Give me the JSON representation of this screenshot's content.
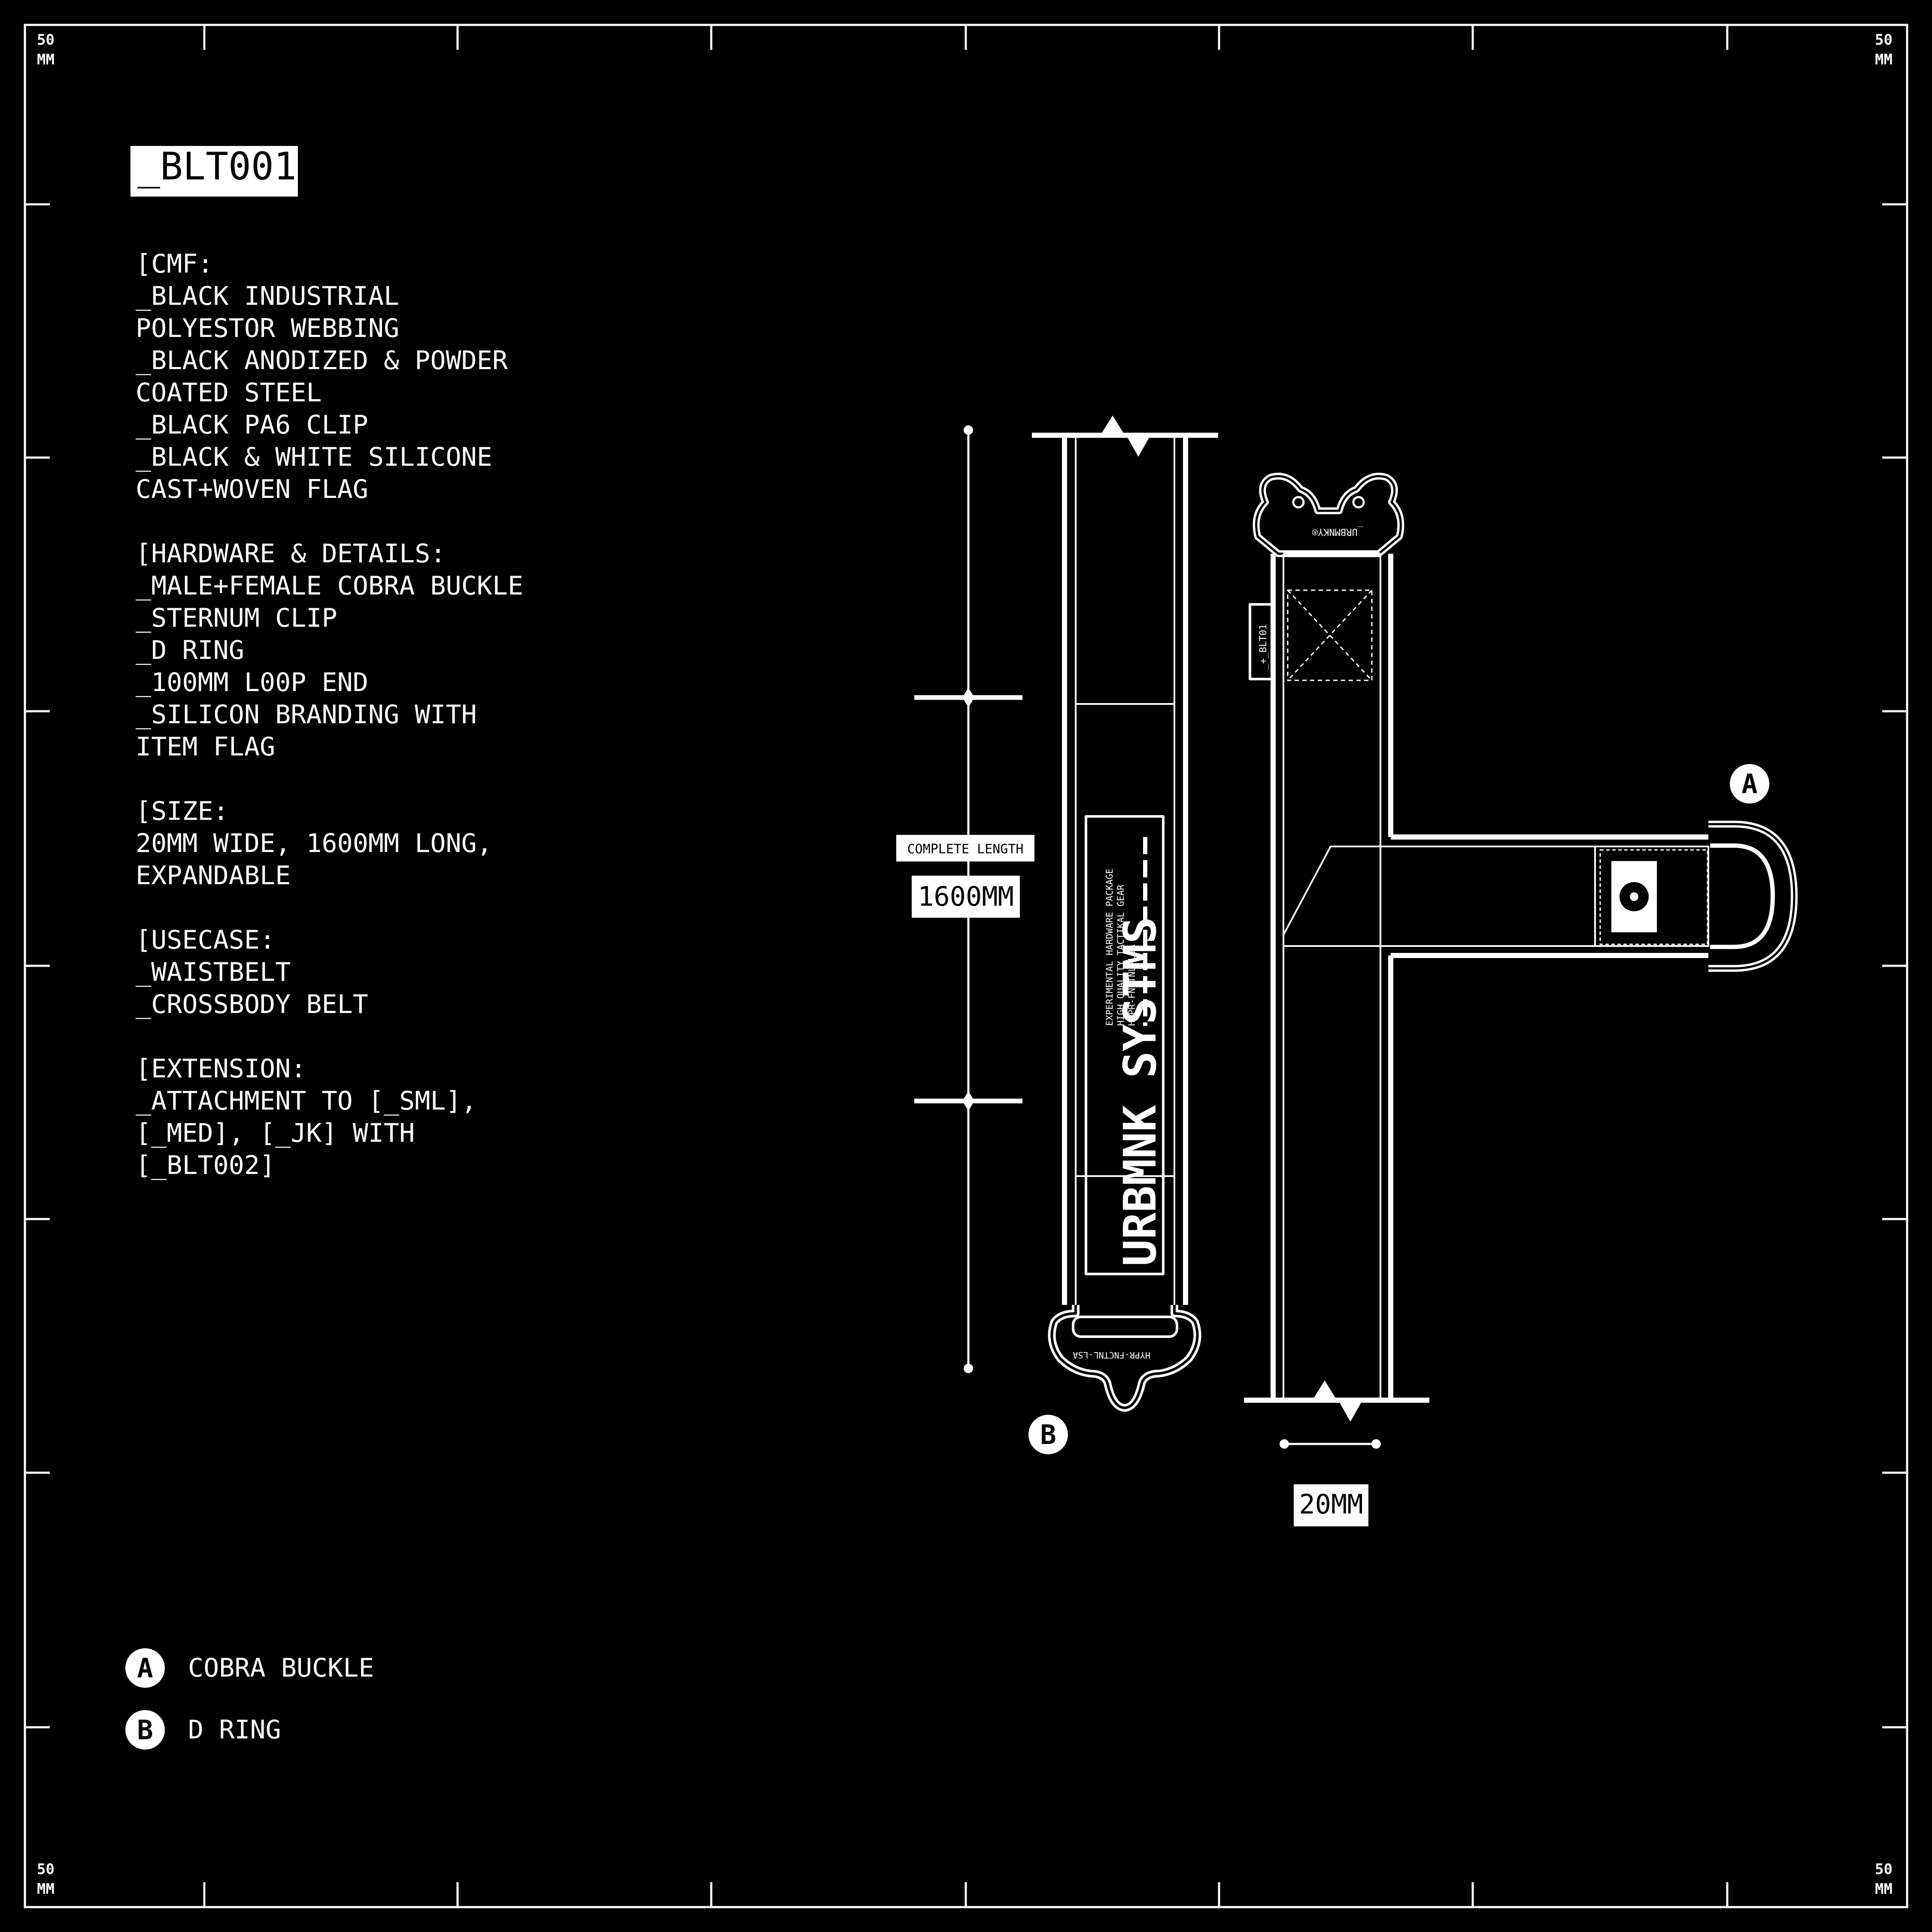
{
  "corners": {
    "top_left": [
      "50",
      "MM"
    ],
    "top_right": [
      "50",
      "MM"
    ],
    "bottom_left": [
      "50",
      "MM"
    ],
    "bottom_right": [
      "50",
      "MM"
    ]
  },
  "product_code": "_BLT001",
  "spec_lines": [
    "[CMF:",
    "_BLACK INDUSTRIAL",
    "POLYESTOR WEBBING",
    "_BLACK ANODIZED & POWDER",
    "COATED STEEL",
    "_BLACK PA6 CLIP",
    "_BLACK & WHITE SILICONE",
    "CAST+WOVEN FLAG",
    "",
    "[HARDWARE & DETAILS:",
    "_MALE+FEMALE COBRA BUCKLE",
    "_STERNUM CLIP",
    "_D RING",
    "_100MM L00P END",
    "_SILICON BRANDING WITH",
    "ITEM FLAG",
    "",
    "[SIZE:",
    "20MM WIDE, 1600MM LONG,",
    "EXPANDABLE",
    "",
    "[USECASE:",
    "_WAISTBELT",
    "_CROSSBODY BELT",
    "",
    "[EXTENSION:",
    "_ATTACHMENT TO [_SML],",
    "[_MED], [_JK] WITH",
    "[_BLT002]"
  ],
  "legend": [
    {
      "marker": "A",
      "label": "COBRA BUCKLE"
    },
    {
      "marker": "B",
      "label": "D RING"
    }
  ],
  "drawing": {
    "length_caption": "COMPLETE LENGTH",
    "length_value": "1600MM",
    "width_value": "20MM",
    "callout_a": "A",
    "callout_b": "B",
    "strap_brand": "URBMNK SYSTMS",
    "strap_lines": [
      "EXPERIMENTAL HARDWARE PACKAGE",
      "HIGH QUALITY TACTIKAL GEAR",
      "HYPR-FNCTNL-LSA"
    ],
    "buckle_label": "HYPR-FNCTNL-LSA",
    "top_buckle_label": "_URBMNKY®",
    "side_tag": "_+_BLT01"
  },
  "colors": {
    "background": "#000000",
    "line": "#ffffff"
  }
}
